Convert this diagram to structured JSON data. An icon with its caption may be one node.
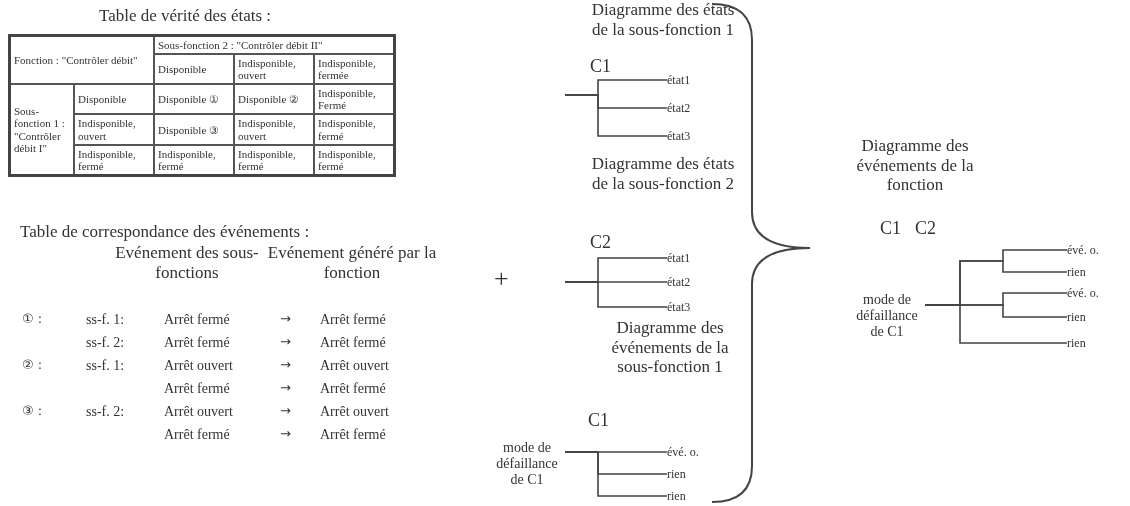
{
  "diagram": {
    "nodes": [
      {
        "text": [
          "état1"
        ]
      },
      {
        "text": [
          "état2"
        ]
      },
      {
        "text": [
          "état3"
        ]
      },
      {
        "text": [
          "état1"
        ]
      },
      {
        "text": [
          "état2"
        ]
      },
      {
        "text": [
          "état3"
        ]
      },
      {
        "text": [
          "mode de défaillance de C1"
        ]
      },
      {
        "text": [
          "évé. o."
        ]
      },
      {
        "text": [
          "rien"
        ]
      },
      {
        "text": [
          "rien"
        ]
      },
      {
        "text": [
          "mode de défaillance de C1"
        ]
      },
      {
        "text": [
          "évé. o."
        ]
      },
      {
        "text": [
          "rien"
        ]
      },
      {
        "text": [
          "évé. o."
        ]
      },
      {
        "text": [
          "rien"
        ]
      },
      {
        "text": [
          "rien"
        ]
      }
    ],
    "edges": [
      {
        "from": null,
        "to": 0,
        "arrow": "none"
      },
      {
        "from": null,
        "to": 1,
        "arrow": "none"
      },
      {
        "from": null,
        "to": 2,
        "arrow": "none"
      },
      {
        "from": null,
        "to": 3,
        "arrow": "none"
      },
      {
        "from": null,
        "to": 4,
        "arrow": "none"
      },
      {
        "from": null,
        "to": 5,
        "arrow": "none"
      },
      {
        "from": 6,
        "to": 7,
        "arrow": "none"
      },
      {
        "from": 6,
        "to": 8,
        "arrow": "none"
      },
      {
        "from": 6,
        "to": 9,
        "arrow": "none"
      },
      {
        "from": 10,
        "to": 11,
        "arrow": "none"
      },
      {
        "from": 10,
        "to": 12,
        "arrow": "none"
      },
      {
        "from": 10,
        "to": 13,
        "arrow": "none"
      },
      {
        "from": 10,
        "to": 14,
        "arrow": "none"
      },
      {
        "from": 10,
        "to": 15,
        "arrow": "none"
      }
    ],
    "labels": [
      "Table de vérité des états :",
      "Fonction : \"Contrôler débit\"",
      "Sous-fonction 2 : \"Contrôler débit II\"",
      "Disponible",
      "Indisponible, ouvert",
      "Indisponible, fermée",
      "Sous-fonction 1 : \"Contrôler débit I\"",
      "Disponible",
      "Disponible ①",
      "Disponible ②",
      "Indisponible, Fermé",
      "Indisponible, ouvert",
      "Disponible ③",
      "Indisponible, ouvert",
      "Indisponible, fermé",
      "Indisponible, fermé",
      "Indisponible, fermé",
      "Indisponible, fermé",
      "Indisponible, fermé",
      "Table de correspondance des événements :",
      "Evénement des sous-fonctions",
      "Evénement généré par la fonction",
      "① :",
      "ss-f. 1:",
      "Arrêt fermé",
      "→",
      "Arrêt fermé",
      "ss-f. 2:",
      "Arrêt fermé",
      "→",
      "Arrêt fermé",
      "② :",
      "ss-f. 1:",
      "Arrêt ouvert",
      "→",
      "Arrêt ouvert",
      "Arrêt fermé",
      "→",
      "Arrêt fermé",
      "③ :",
      "ss-f. 2:",
      "Arrêt ouvert",
      "→",
      "Arrêt ouvert",
      "Arrêt fermé",
      "→",
      "Arrêt fermé",
      "+",
      "Diagramme des états de la sous-fonction 1",
      "C1",
      "Diagramme des états de la sous-fonction 2",
      "C2",
      "Diagramme des événements de la sous-fonction 1",
      "C1",
      "Diagramme des événements de la fonction",
      "C1",
      "C2"
    ]
  }
}
